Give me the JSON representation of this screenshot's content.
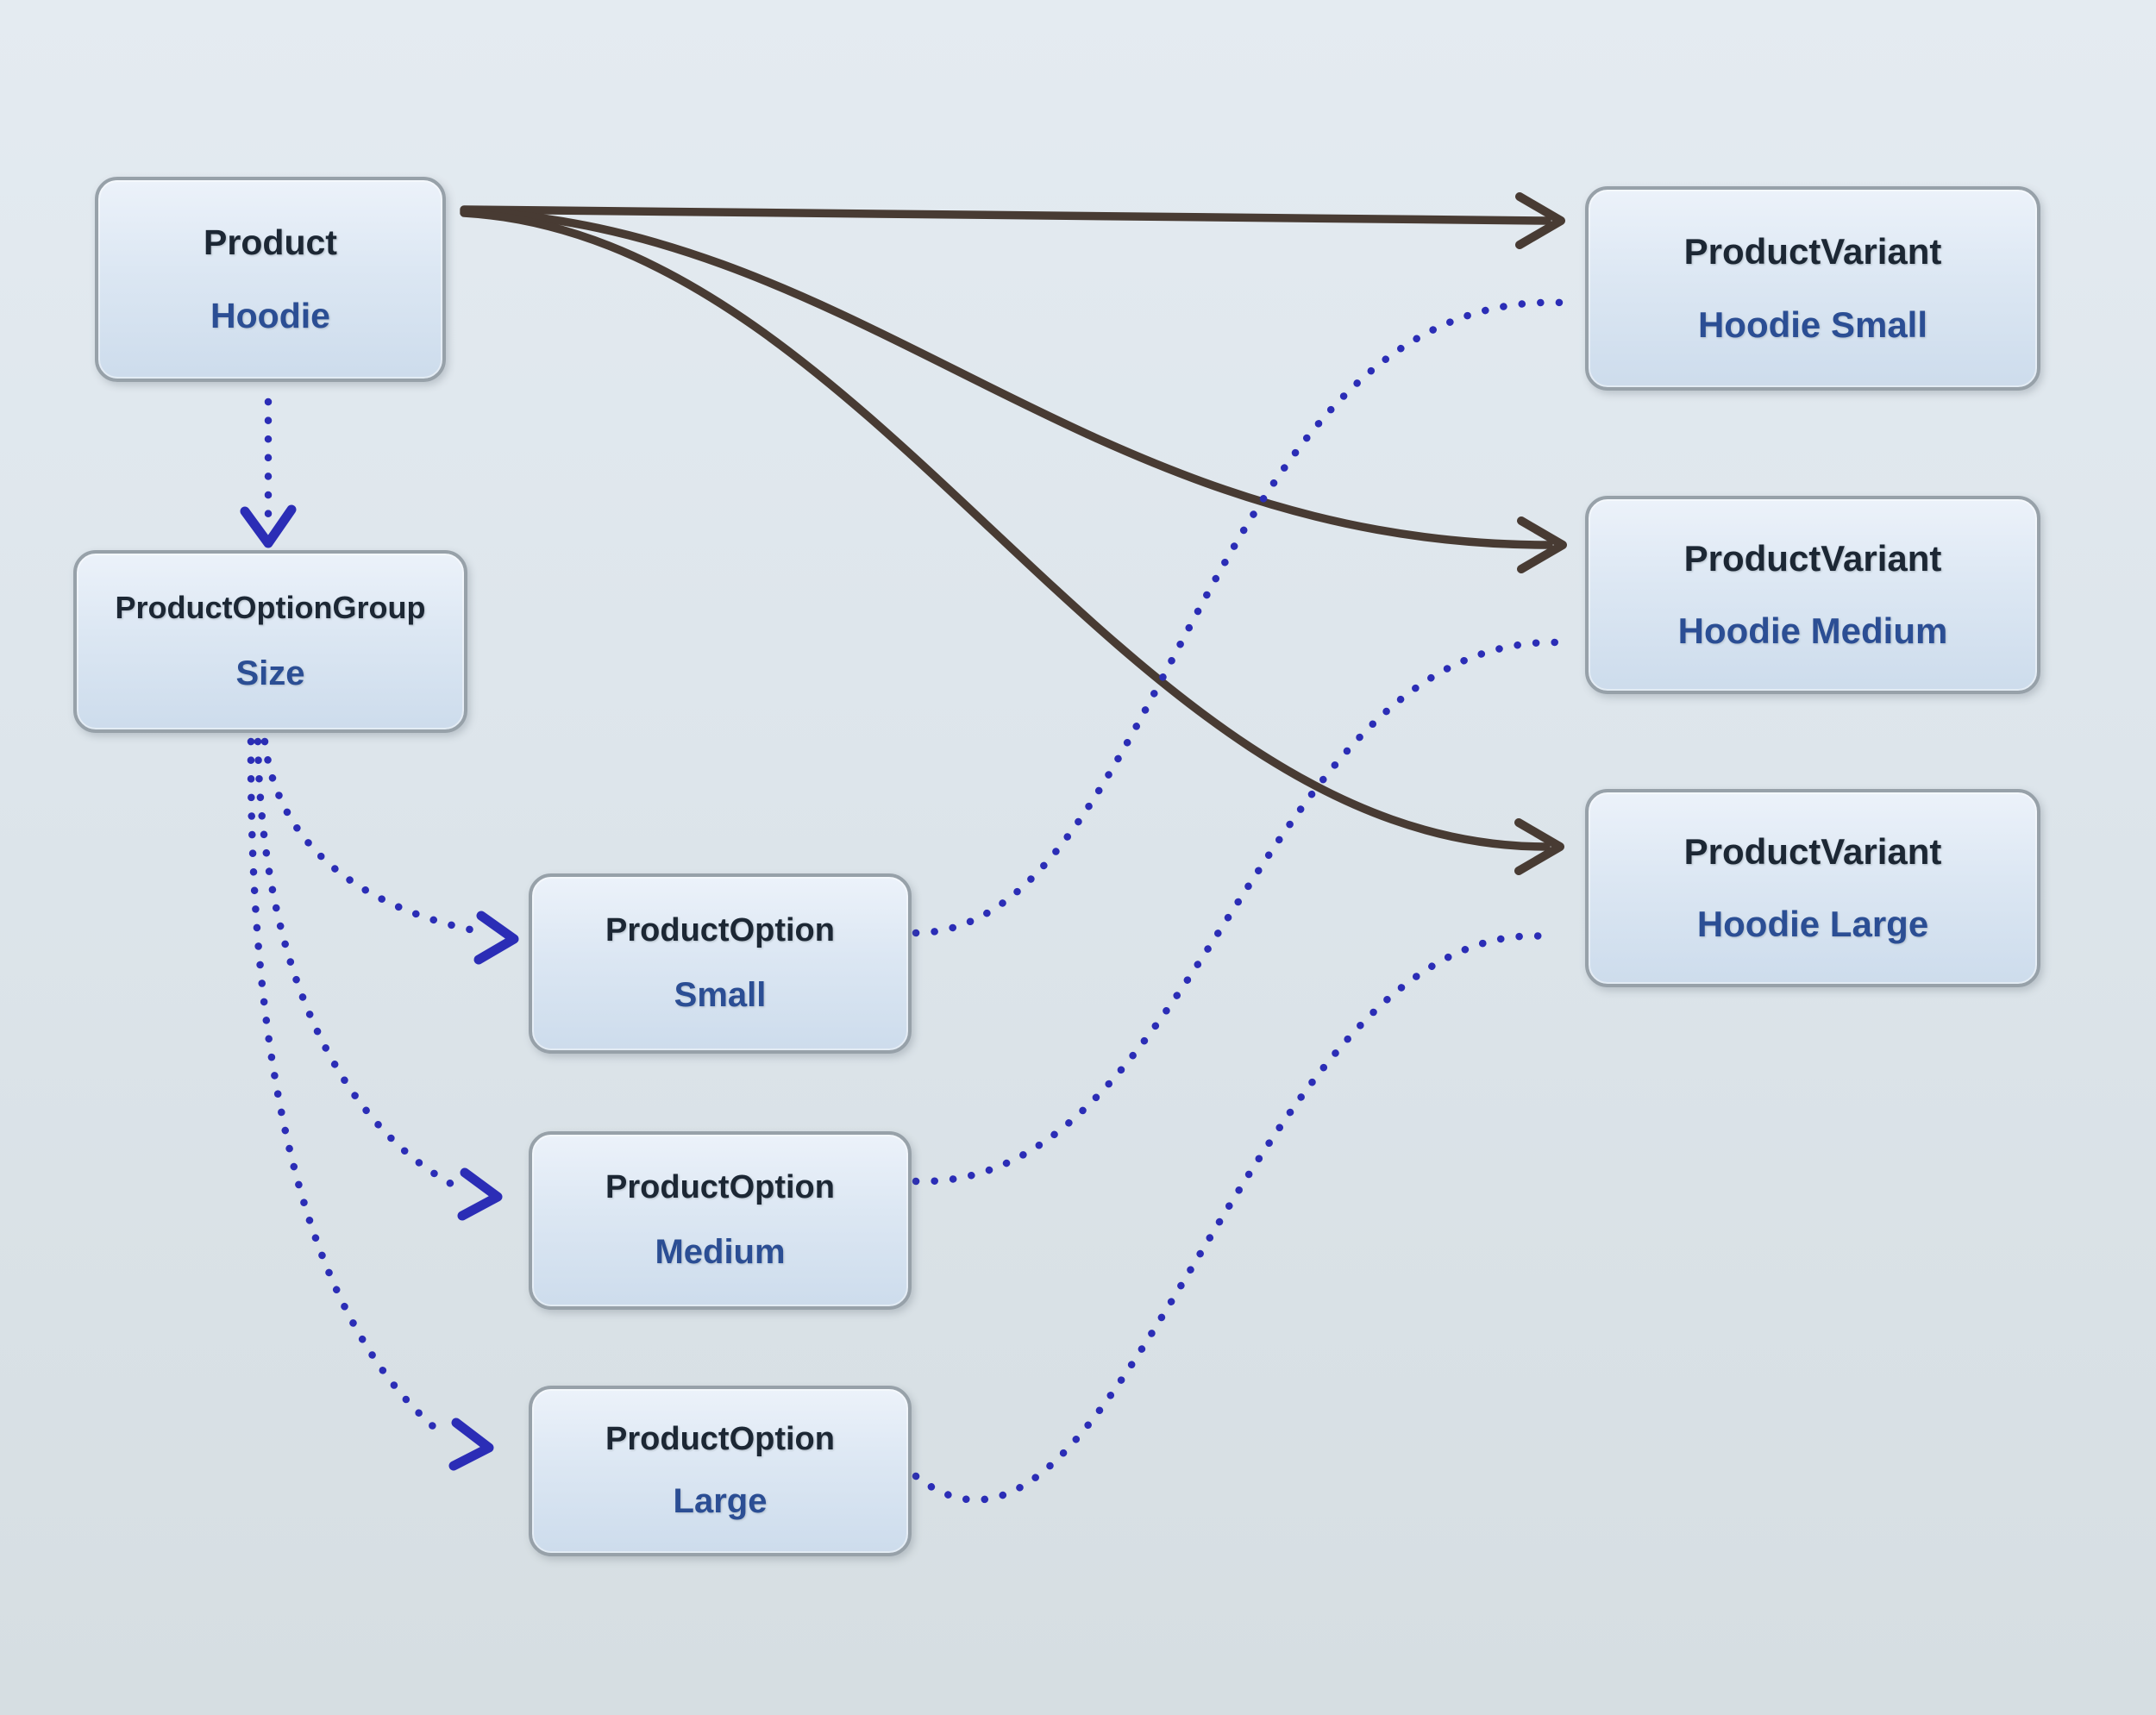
{
  "nodes": {
    "product": {
      "title": "Product",
      "value": "Hoodie"
    },
    "option_group": {
      "title": "ProductOptionGroup",
      "value": "Size"
    },
    "options": [
      {
        "title": "ProductOption",
        "value": "Small"
      },
      {
        "title": "ProductOption",
        "value": "Medium"
      },
      {
        "title": "ProductOption",
        "value": "Large"
      }
    ],
    "variants": [
      {
        "title": "ProductVariant",
        "value": "Hoodie Small"
      },
      {
        "title": "ProductVariant",
        "value": "Hoodie Medium"
      },
      {
        "title": "ProductVariant",
        "value": "Hoodie Large"
      }
    ]
  },
  "edges": [
    {
      "from": "Product (Hoodie)",
      "to": "ProductVariant (Hoodie Small)",
      "style": "solid-arrow"
    },
    {
      "from": "Product (Hoodie)",
      "to": "ProductVariant (Hoodie Medium)",
      "style": "solid-arrow"
    },
    {
      "from": "Product (Hoodie)",
      "to": "ProductVariant (Hoodie Large)",
      "style": "solid-arrow"
    },
    {
      "from": "Product (Hoodie)",
      "to": "ProductOptionGroup (Size)",
      "style": "dotted-arrow"
    },
    {
      "from": "ProductOptionGroup (Size)",
      "to": "ProductOption (Small)",
      "style": "dotted-arrow"
    },
    {
      "from": "ProductOptionGroup (Size)",
      "to": "ProductOption (Medium)",
      "style": "dotted-arrow"
    },
    {
      "from": "ProductOptionGroup (Size)",
      "to": "ProductOption (Large)",
      "style": "dotted-arrow"
    },
    {
      "from": "ProductOption (Small)",
      "to": "ProductVariant (Hoodie Small)",
      "style": "dotted"
    },
    {
      "from": "ProductOption (Medium)",
      "to": "ProductVariant (Hoodie Medium)",
      "style": "dotted"
    },
    {
      "from": "ProductOption (Large)",
      "to": "ProductVariant (Hoodie Large)",
      "style": "dotted"
    }
  ],
  "colors": {
    "solid_arrow": "#483b33",
    "dotted_arrow": "#2b2db6",
    "box_border": "#97a1a9",
    "box_fill_top": "#ecf2fa",
    "box_fill_bottom": "#cddcec",
    "title_text": "#1c2734",
    "value_text": "#2b4e94",
    "background_top": "#e4ebf1",
    "background_bottom": "#d6dee2"
  }
}
